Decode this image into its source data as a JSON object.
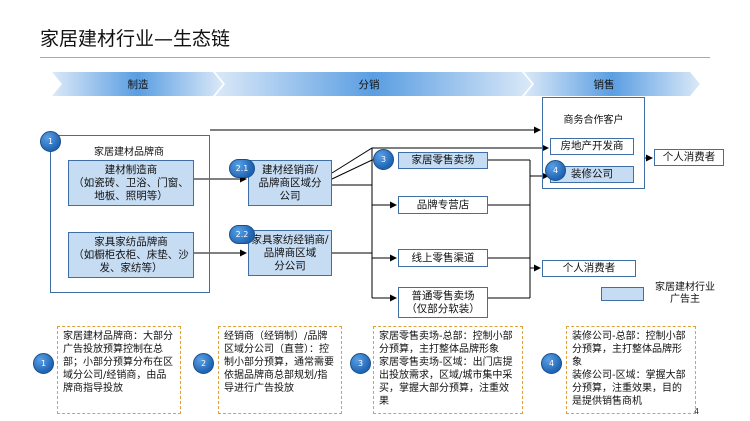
{
  "title": "家居建材行业—生态链",
  "stages": [
    "制造",
    "分销",
    "销售"
  ],
  "group_manufacturer": {
    "label": "家居建材品牌商",
    "badge": "1",
    "building": "建材制造商\n（如瓷砖、卫浴、门窗、地板、照明等）",
    "furniture": "家具家纺品牌商\n（如橱柜衣柜、床垫、沙发、家纺等）"
  },
  "distributors": [
    {
      "badge": "2.1",
      "label": "建材经销商/\n品牌商区域分\n公司"
    },
    {
      "badge": "2.2",
      "label": "家具家纺经销商/\n品牌商区域\n分公司"
    }
  ],
  "retail_badge": "3",
  "retail": [
    "家居零售卖场",
    "品牌专营店",
    "线上零售渠道",
    "普通零售卖场\n（仅部分软装）"
  ],
  "sales": {
    "group_label": "商务合作客户",
    "badge": "4",
    "real_estate": "房地产开发商",
    "decoration": "装修公司",
    "consumer_top": "个人消费者",
    "consumer_mid": "个人消费者"
  },
  "legend": "家居建材行业\n广告主",
  "notes": [
    {
      "badge": "1",
      "text": "家居建材品牌商：大部分广告投放预算控制在总部；小部分预算分布在区域分公司/经销商，由品牌商指导投放"
    },
    {
      "badge": "2",
      "text": "经销商（经销制）/品牌区域分公司（直营）：控制小部分预算，通常需要依据品牌商总部规划/指导进行广告投放"
    },
    {
      "badge": "3",
      "text": "家居零售卖场-总部：控制小部分预算，主打整体品牌形象\n家居零售卖场-区域：出门店提出投放需求，区域/城市集中采买，掌握大部分预算，注重效果"
    },
    {
      "badge": "4",
      "text": "装修公司-总部：控制小部分预算，主打整体品牌形象\n装修公司-区域：掌握大部分预算，注重效果，目的是提供销售商机"
    }
  ],
  "page_number": "4",
  "colors": {
    "banner": "#4a90d9",
    "box_fill": "#c6dcf3",
    "border": "#3f6fa6",
    "note_border": "#e0a13a",
    "rule": "#8fb0d3"
  }
}
